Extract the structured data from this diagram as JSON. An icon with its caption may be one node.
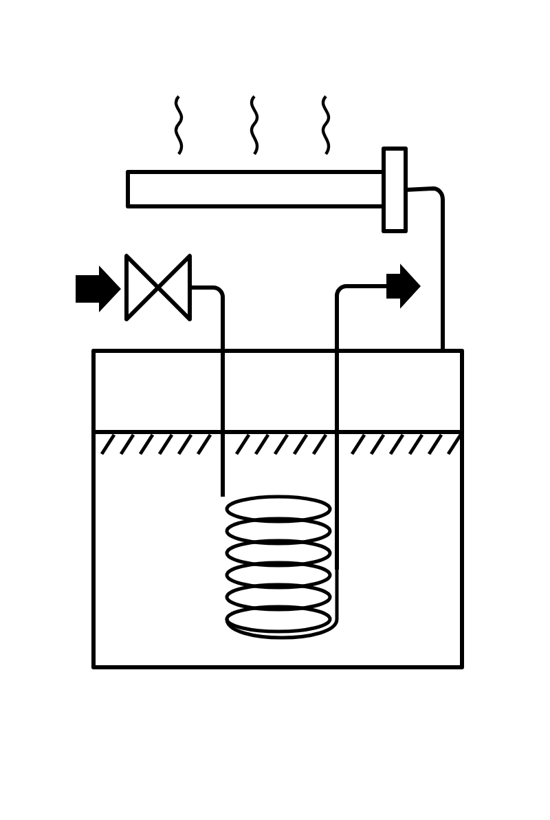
{
  "diagram": {
    "nodes": [
      {
        "text": [],
        "shape": "bar"
      },
      {
        "text": [],
        "shape": "valve"
      },
      {
        "text": [],
        "shape": "box"
      },
      {
        "text": [],
        "shape": "coil",
        "in": 2
      }
    ],
    "edges": [
      {
        "from": 1,
        "to": 3,
        "arrow": "none"
      },
      {
        "from": 3,
        "to": null,
        "arrow": "to"
      },
      {
        "from": 2,
        "to": 0,
        "arrow": "none"
      }
    ]
  }
}
